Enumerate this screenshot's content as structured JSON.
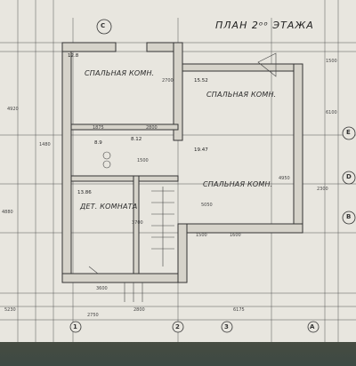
{
  "plan": {
    "title": "ПЛАН 2ᵒᵒ ЭТАЖА",
    "rooms": {
      "bedroom_nw": "СПАЛЬНАЯ КОМН.",
      "bedroom_ne": "СПАЛЬНАЯ КОМН.",
      "bedroom_se": "СПАЛЬНАЯ КОМН.",
      "children_room": "ДЕТ. КОМНАТА"
    },
    "areas": {
      "nw": "12.8",
      "ne": "15.52",
      "hall": "8.12",
      "bath": "8.9",
      "se": "19.47",
      "children": "13.86"
    },
    "axes": {
      "top": "C",
      "right_b": "B",
      "right_d": "D",
      "right_e": "E",
      "bottom_1": "1",
      "bottom_2": "2",
      "bottom_3": "3",
      "bottom_4": "A"
    },
    "dims": {
      "bottom_left": "5230",
      "bottom_mid": "2750",
      "bottom_mid2": "2800",
      "bottom_right": "6175",
      "right_top": "1500",
      "right_mid": "6100",
      "right_low": "2300",
      "mid_h1": "1875",
      "mid_h2": "2800",
      "mid_h3": "1500",
      "mid_h4": "5050",
      "low_h1": "1500",
      "low_h2": "1600",
      "low_h3": "3600",
      "v1": "2700",
      "v2": "4950",
      "v3": "3700",
      "left_v1": "4920",
      "left_v2": "4880",
      "left_v3": "1480"
    }
  }
}
